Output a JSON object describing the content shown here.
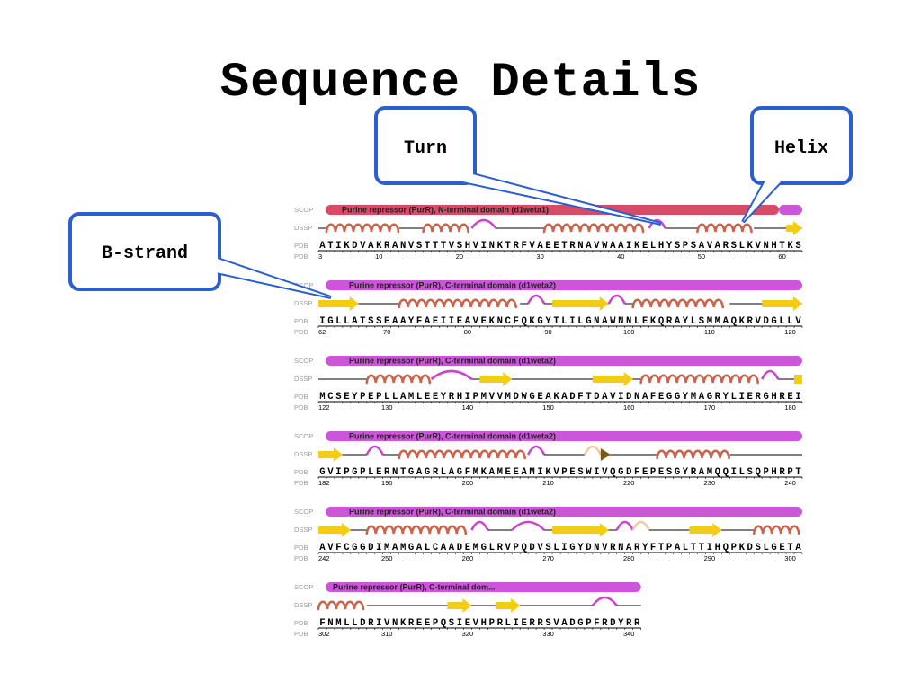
{
  "slide": {
    "title": "Sequence Details"
  },
  "callouts": [
    {
      "id": "turn",
      "label": "Turn"
    },
    {
      "id": "helix",
      "label": "Helix"
    },
    {
      "id": "strand",
      "label": "B-strand"
    }
  ],
  "track_labels": {
    "scop": "SCOP",
    "dssp": "DSSP",
    "pdb": "PDB"
  },
  "colors": {
    "helix": "#c9654d",
    "strand": "#f5cc14",
    "turn": "#cc44cc",
    "bend": "#f3c9a0",
    "scop_nterm": "#d94a66",
    "scop_cterm": "#cc55d9"
  },
  "rows": [
    {
      "scop": "Purine repressor (PurR), N-terminal domain (d1weta1)",
      "sequence": "ATIKDVAKRANVSTTTVSHVINKTRFVAEETRNAVWAAIKELHYSPSAVARSLKVNHTKS",
      "numbers": [
        "3",
        "10",
        "20",
        "30",
        "40",
        "50",
        "60"
      ],
      "dssp": [
        {
          "type": "helix",
          "start": 1,
          "end": 9
        },
        {
          "type": "helix",
          "start": 13,
          "end": 18
        },
        {
          "type": "turn",
          "start": 19,
          "end": 21
        },
        {
          "type": "helix",
          "start": 28,
          "end": 40
        },
        {
          "type": "turn",
          "start": 41,
          "end": 42
        },
        {
          "type": "helix",
          "start": 47,
          "end": 53
        },
        {
          "type": "strand",
          "start": 58,
          "end": 59
        }
      ]
    },
    {
      "scop": "Purine repressor (PurR), C-terminal domain (d1weta2)",
      "sequence": "IGLLATSSEAAYFAEIIEAVEKNCFQKGYTLILGNAWNNLEKQRAYLSMMAQKRVDGLLV",
      "numbers": [
        "62",
        "70",
        "80",
        "90",
        "100",
        "110",
        "120"
      ],
      "dssp": [
        {
          "type": "strand",
          "start": 0,
          "end": 4
        },
        {
          "type": "helix",
          "start": 10,
          "end": 24
        },
        {
          "type": "turn",
          "start": 26,
          "end": 27
        },
        {
          "type": "strand",
          "start": 29,
          "end": 35
        },
        {
          "type": "turn",
          "start": 36,
          "end": 37
        },
        {
          "type": "helix",
          "start": 39,
          "end": 50
        },
        {
          "type": "strand",
          "start": 55,
          "end": 59
        }
      ]
    },
    {
      "scop": "Purine repressor (PurR), C-terminal domain (d1weta2)",
      "sequence": "MCSEYPEPLLAMLEEYRHIPMVVMDWGEAKADFTDAVIDNAFEGGYMAGRYLIERGHREI",
      "numbers": [
        "122",
        "130",
        "140",
        "150",
        "160",
        "170",
        "180"
      ],
      "dssp": [
        {
          "type": "helix",
          "start": 6,
          "end": 13
        },
        {
          "type": "turn",
          "start": 14,
          "end": 18
        },
        {
          "type": "strand",
          "start": 20,
          "end": 23
        },
        {
          "type": "strand",
          "start": 34,
          "end": 38
        },
        {
          "type": "helix",
          "start": 40,
          "end": 54
        },
        {
          "type": "turn",
          "start": 55,
          "end": 56
        },
        {
          "type": "strand",
          "start": 59,
          "end": 59
        }
      ]
    },
    {
      "scop": "Purine repressor (PurR), C-terminal domain (d1weta2)",
      "sequence": "GVIPGPLERNTGAGRLAGFMKAMEEAMIKVPESWIVQGDFEPESGYRAMQQILSQPHRPT",
      "numbers": [
        "182",
        "190",
        "200",
        "210",
        "220",
        "230",
        "240"
      ],
      "dssp": [
        {
          "type": "strand",
          "start": 0,
          "end": 2
        },
        {
          "type": "turn",
          "start": 6,
          "end": 7
        },
        {
          "type": "helix",
          "start": 10,
          "end": 25
        },
        {
          "type": "turn",
          "start": 26,
          "end": 27
        },
        {
          "type": "bend",
          "start": 33,
          "end": 34
        },
        {
          "type": "marker",
          "start": 35,
          "end": 35
        },
        {
          "type": "helix",
          "start": 42,
          "end": 50
        }
      ]
    },
    {
      "scop": "Purine repressor (PurR), C-terminal domain (d1weta2)",
      "sequence": "AVFCGGDIMAMGALCAADEMGLRVPQDVSLIGYDNVRNARYFTPALTTIHQPKDSLGETA",
      "numbers": [
        "242",
        "250",
        "260",
        "270",
        "280",
        "290",
        "300"
      ],
      "dssp": [
        {
          "type": "strand",
          "start": 0,
          "end": 3
        },
        {
          "type": "helix",
          "start": 6,
          "end": 18
        },
        {
          "type": "turn",
          "start": 19,
          "end": 20
        },
        {
          "type": "turn",
          "start": 24,
          "end": 27
        },
        {
          "type": "strand",
          "start": 29,
          "end": 35
        },
        {
          "type": "turn",
          "start": 37,
          "end": 38
        },
        {
          "type": "bend",
          "start": 39,
          "end": 40
        },
        {
          "type": "strand",
          "start": 46,
          "end": 49
        },
        {
          "type": "helix",
          "start": 54,
          "end": 59
        }
      ]
    },
    {
      "scop": "Purine repressor (PurR), C-terminal dom...",
      "sequence": "FNMLLDRIVNKREEPQSIEVHPRLIERRSVADGPFRDYRR",
      "numbers": [
        "302",
        "310",
        "320",
        "330",
        "340"
      ],
      "dssp": [
        {
          "type": "helix",
          "start": 0,
          "end": 5
        },
        {
          "type": "strand",
          "start": 16,
          "end": 18
        },
        {
          "type": "strand",
          "start": 22,
          "end": 24
        },
        {
          "type": "turn",
          "start": 34,
          "end": 36
        }
      ]
    }
  ]
}
